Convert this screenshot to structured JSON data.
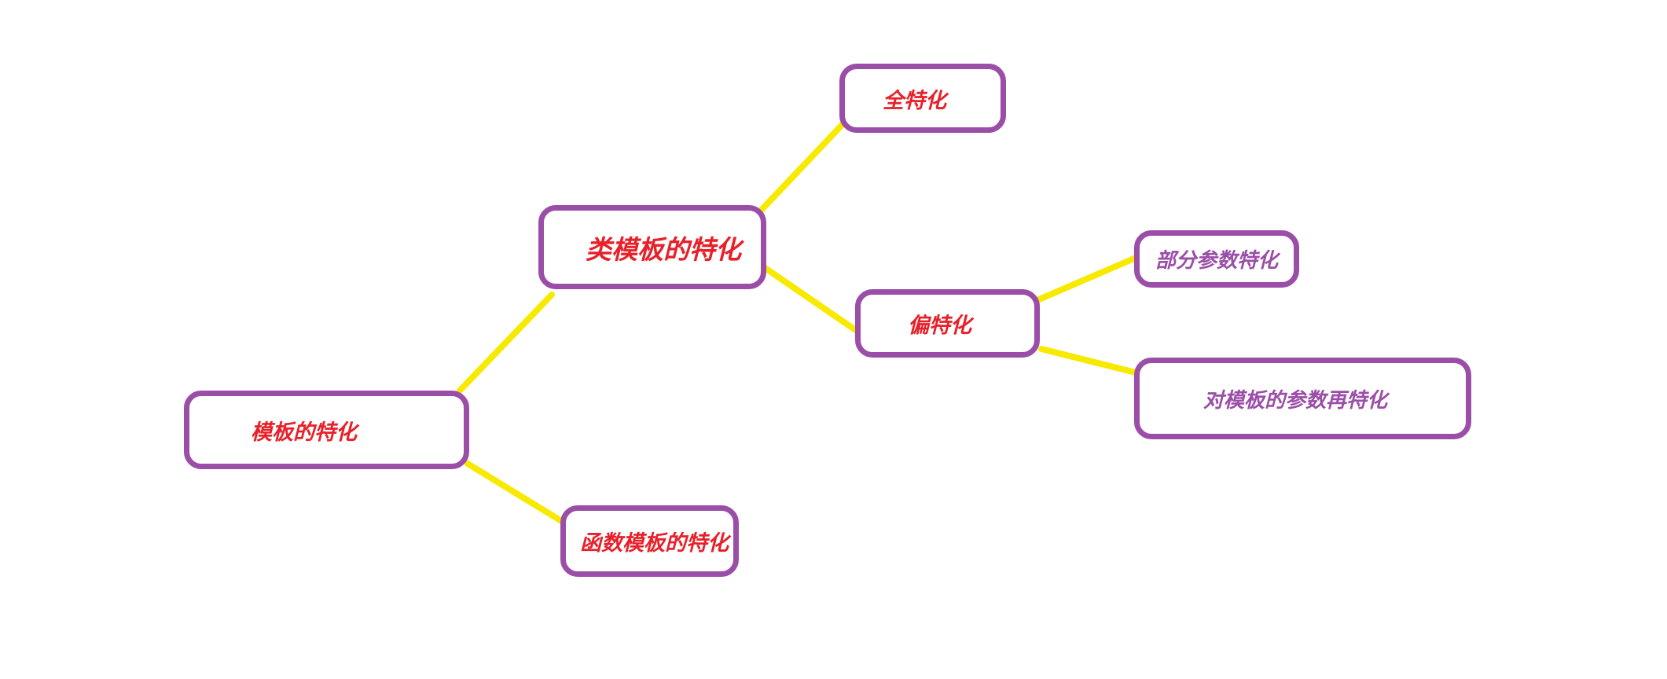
{
  "colors": {
    "node_border": "#9b4ea8",
    "edge": "#f7ea00",
    "text_red": "#e8202a",
    "text_purple": "#9b4ea8"
  },
  "nodes": {
    "root": {
      "label": "模板的特化",
      "color": "#e8202a"
    },
    "class_template": {
      "label": "类模板的特化",
      "color": "#e8202a"
    },
    "function_template": {
      "label": "函数模板的特化",
      "color": "#e8202a"
    },
    "full": {
      "label": "全特化",
      "color": "#e8202a"
    },
    "partial": {
      "label": "偏特化",
      "color": "#e8202a"
    },
    "partial_params": {
      "label": "部分参数特化",
      "color": "#9b4ea8"
    },
    "further": {
      "label": "对模板的参数再特化",
      "color": "#9b4ea8"
    }
  },
  "edges": [
    {
      "from": "root",
      "to": "class_template"
    },
    {
      "from": "root",
      "to": "function_template"
    },
    {
      "from": "class_template",
      "to": "full"
    },
    {
      "from": "class_template",
      "to": "partial"
    },
    {
      "from": "partial",
      "to": "partial_params"
    },
    {
      "from": "partial",
      "to": "further"
    }
  ]
}
